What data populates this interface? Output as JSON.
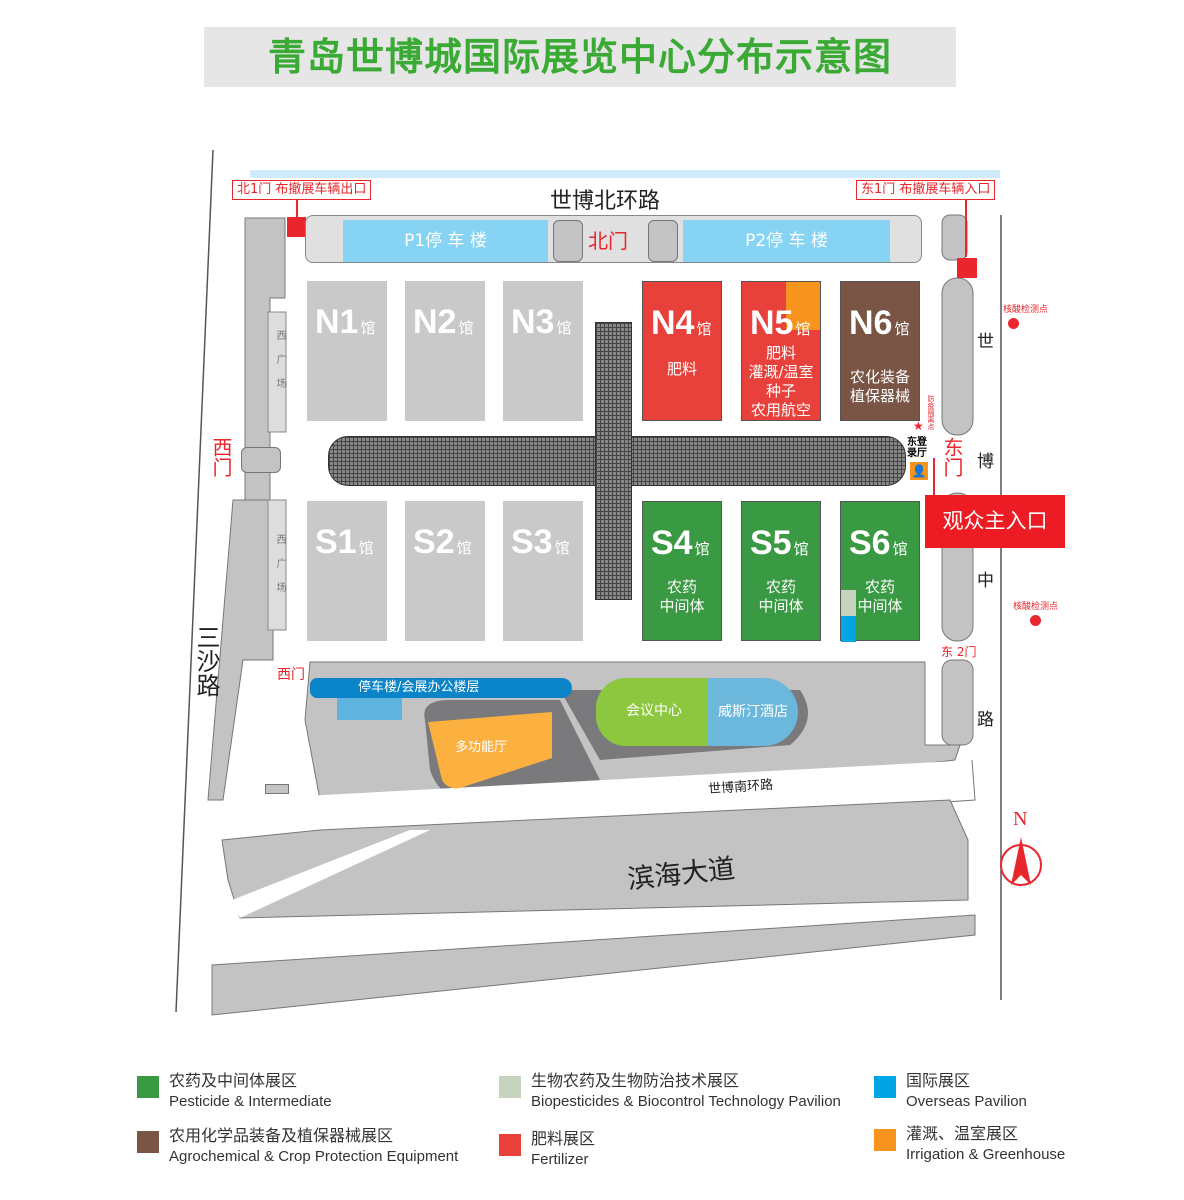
{
  "title": "青岛世博城国际展览中心分布示意图",
  "roads": {
    "north": "世博北环路",
    "east": [
      "世",
      "博",
      "中",
      "路"
    ],
    "west": "三沙路",
    "south_ring": "世博南环路",
    "avenue": "滨海大道"
  },
  "gates": {
    "north1_exit": "北1门 布撤展车辆出口",
    "east1_entry": "东1门 布撤展车辆入口",
    "north": "北门",
    "west": "西门",
    "west2": "西门",
    "east": "东门",
    "east2": "东 2门",
    "main_entrance": "观众主入口",
    "west_plaza": "西广场",
    "east_reg_hall": "东登录厅",
    "quarantine": "防疫隔离点",
    "test_point": "核酸检测点"
  },
  "parking": {
    "p1": "P1停 车 楼",
    "p2": "P2停 车 楼"
  },
  "halls_north": [
    {
      "id": "N1",
      "guan": "馆",
      "desc": []
    },
    {
      "id": "N2",
      "guan": "馆",
      "desc": []
    },
    {
      "id": "N3",
      "guan": "馆",
      "desc": []
    },
    {
      "id": "N4",
      "guan": "馆",
      "desc": [
        "肥料"
      ]
    },
    {
      "id": "N5",
      "guan": "馆",
      "desc": [
        "肥料",
        "灌溉/温室",
        "种子",
        "农用航空"
      ]
    },
    {
      "id": "N6",
      "guan": "馆",
      "desc": [
        "农化装备",
        "植保器械"
      ]
    }
  ],
  "halls_south": [
    {
      "id": "S1",
      "guan": "馆",
      "desc": []
    },
    {
      "id": "S2",
      "guan": "馆",
      "desc": []
    },
    {
      "id": "S3",
      "guan": "馆",
      "desc": []
    },
    {
      "id": "S4",
      "guan": "馆",
      "desc": [
        "农药",
        "中间体"
      ]
    },
    {
      "id": "S5",
      "guan": "馆",
      "desc": [
        "农药",
        "中间体"
      ]
    },
    {
      "id": "S6",
      "guan": "馆",
      "desc": [
        "农药",
        "中间体"
      ]
    }
  ],
  "south_buildings": {
    "parking_office": "停车楼/会展办公楼层",
    "multi_hall": "多功能厅",
    "conference": "会议中心",
    "hotel": "威斯汀酒店"
  },
  "compass": "N",
  "legend": [
    {
      "zh": "农药及中间体展区",
      "en": "Pesticide & Intermediate",
      "color": "#3a9a43"
    },
    {
      "zh": "生物农药及生物防治技术展区",
      "en": "Biopesticides & Biocontrol Technology Pavilion",
      "color": "#c5d3bf"
    },
    {
      "zh": "国际展区",
      "en": "Overseas Pavilion",
      "color": "#00a5e3"
    },
    {
      "zh": "农用化学品装备及植保器械展区",
      "en": "Agrochemical & Crop Protection Equipment",
      "color": "#7a5444"
    },
    {
      "zh": "肥料展区",
      "en": "Fertilizer",
      "color": "#e8413b"
    },
    {
      "zh": "灌溉、温室展区",
      "en": "Irrigation & Greenhouse",
      "color": "#f7941d"
    }
  ]
}
